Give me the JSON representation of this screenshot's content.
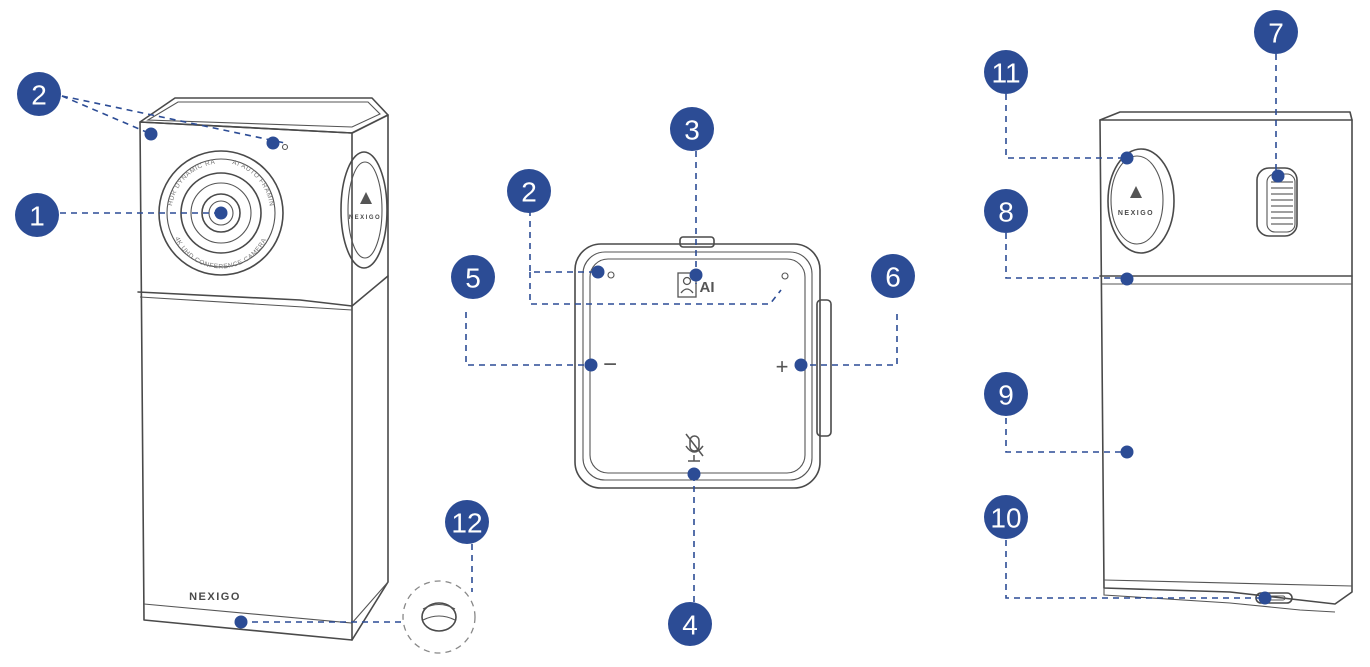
{
  "brand": {
    "front_logo": "NEXIGO",
    "side_logo": "NEXIGO",
    "back_logo": "NEXIGO"
  },
  "lens_ring": {
    "top_left": "HDR DYNAMIC RANGE",
    "top_right": "AI AUTO FRAMING",
    "bottom": "4K UHD CONFERENCE CAMERA"
  },
  "remote": {
    "ai_label": "AI",
    "minus": "−",
    "plus": "+"
  },
  "callouts": [
    "1",
    "2",
    "2",
    "3",
    "4",
    "5",
    "6",
    "7",
    "8",
    "9",
    "10",
    "11",
    "12"
  ],
  "colors": {
    "accent": "#2c4c95",
    "outline": "#4a4a4a"
  }
}
